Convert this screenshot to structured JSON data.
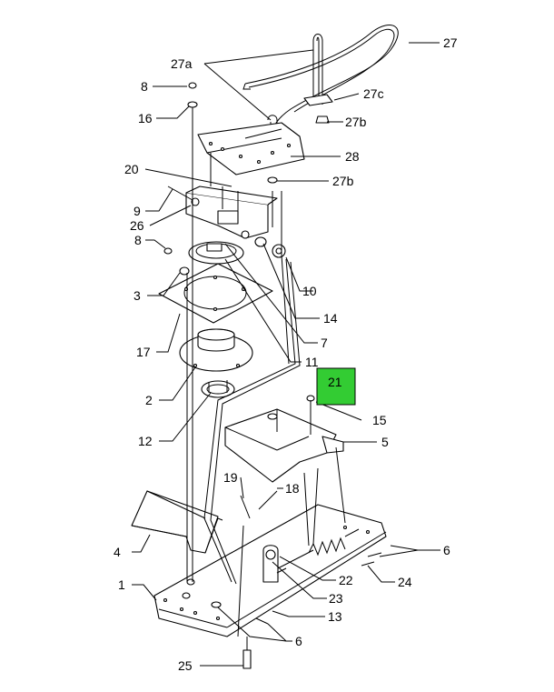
{
  "diagram": {
    "highlight_color": "#33cc33",
    "callouts": [
      {
        "id": "c27",
        "label": "27"
      },
      {
        "id": "c27a",
        "label": "27a"
      },
      {
        "id": "c8a",
        "label": "8"
      },
      {
        "id": "c27c",
        "label": "27c"
      },
      {
        "id": "c16",
        "label": "16"
      },
      {
        "id": "c27b1",
        "label": "27b"
      },
      {
        "id": "c28",
        "label": "28"
      },
      {
        "id": "c20",
        "label": "20"
      },
      {
        "id": "c27b2",
        "label": "27b"
      },
      {
        "id": "c9",
        "label": "9"
      },
      {
        "id": "c26",
        "label": "26"
      },
      {
        "id": "c8b",
        "label": "8"
      },
      {
        "id": "c3",
        "label": "3"
      },
      {
        "id": "c10",
        "label": "10"
      },
      {
        "id": "c14",
        "label": "14"
      },
      {
        "id": "c7",
        "label": "7"
      },
      {
        "id": "c17",
        "label": "17"
      },
      {
        "id": "c11",
        "label": "11"
      },
      {
        "id": "c21",
        "label": "21"
      },
      {
        "id": "c2",
        "label": "2"
      },
      {
        "id": "c15",
        "label": "15"
      },
      {
        "id": "c12",
        "label": "12"
      },
      {
        "id": "c5",
        "label": "5"
      },
      {
        "id": "c19",
        "label": "19"
      },
      {
        "id": "c18",
        "label": "18"
      },
      {
        "id": "c4",
        "label": "4"
      },
      {
        "id": "c6a",
        "label": "6"
      },
      {
        "id": "c1",
        "label": "1"
      },
      {
        "id": "c22",
        "label": "22"
      },
      {
        "id": "c24",
        "label": "24"
      },
      {
        "id": "c23",
        "label": "23"
      },
      {
        "id": "c13",
        "label": "13"
      },
      {
        "id": "c6b",
        "label": "6"
      },
      {
        "id": "c25",
        "label": "25"
      }
    ]
  }
}
